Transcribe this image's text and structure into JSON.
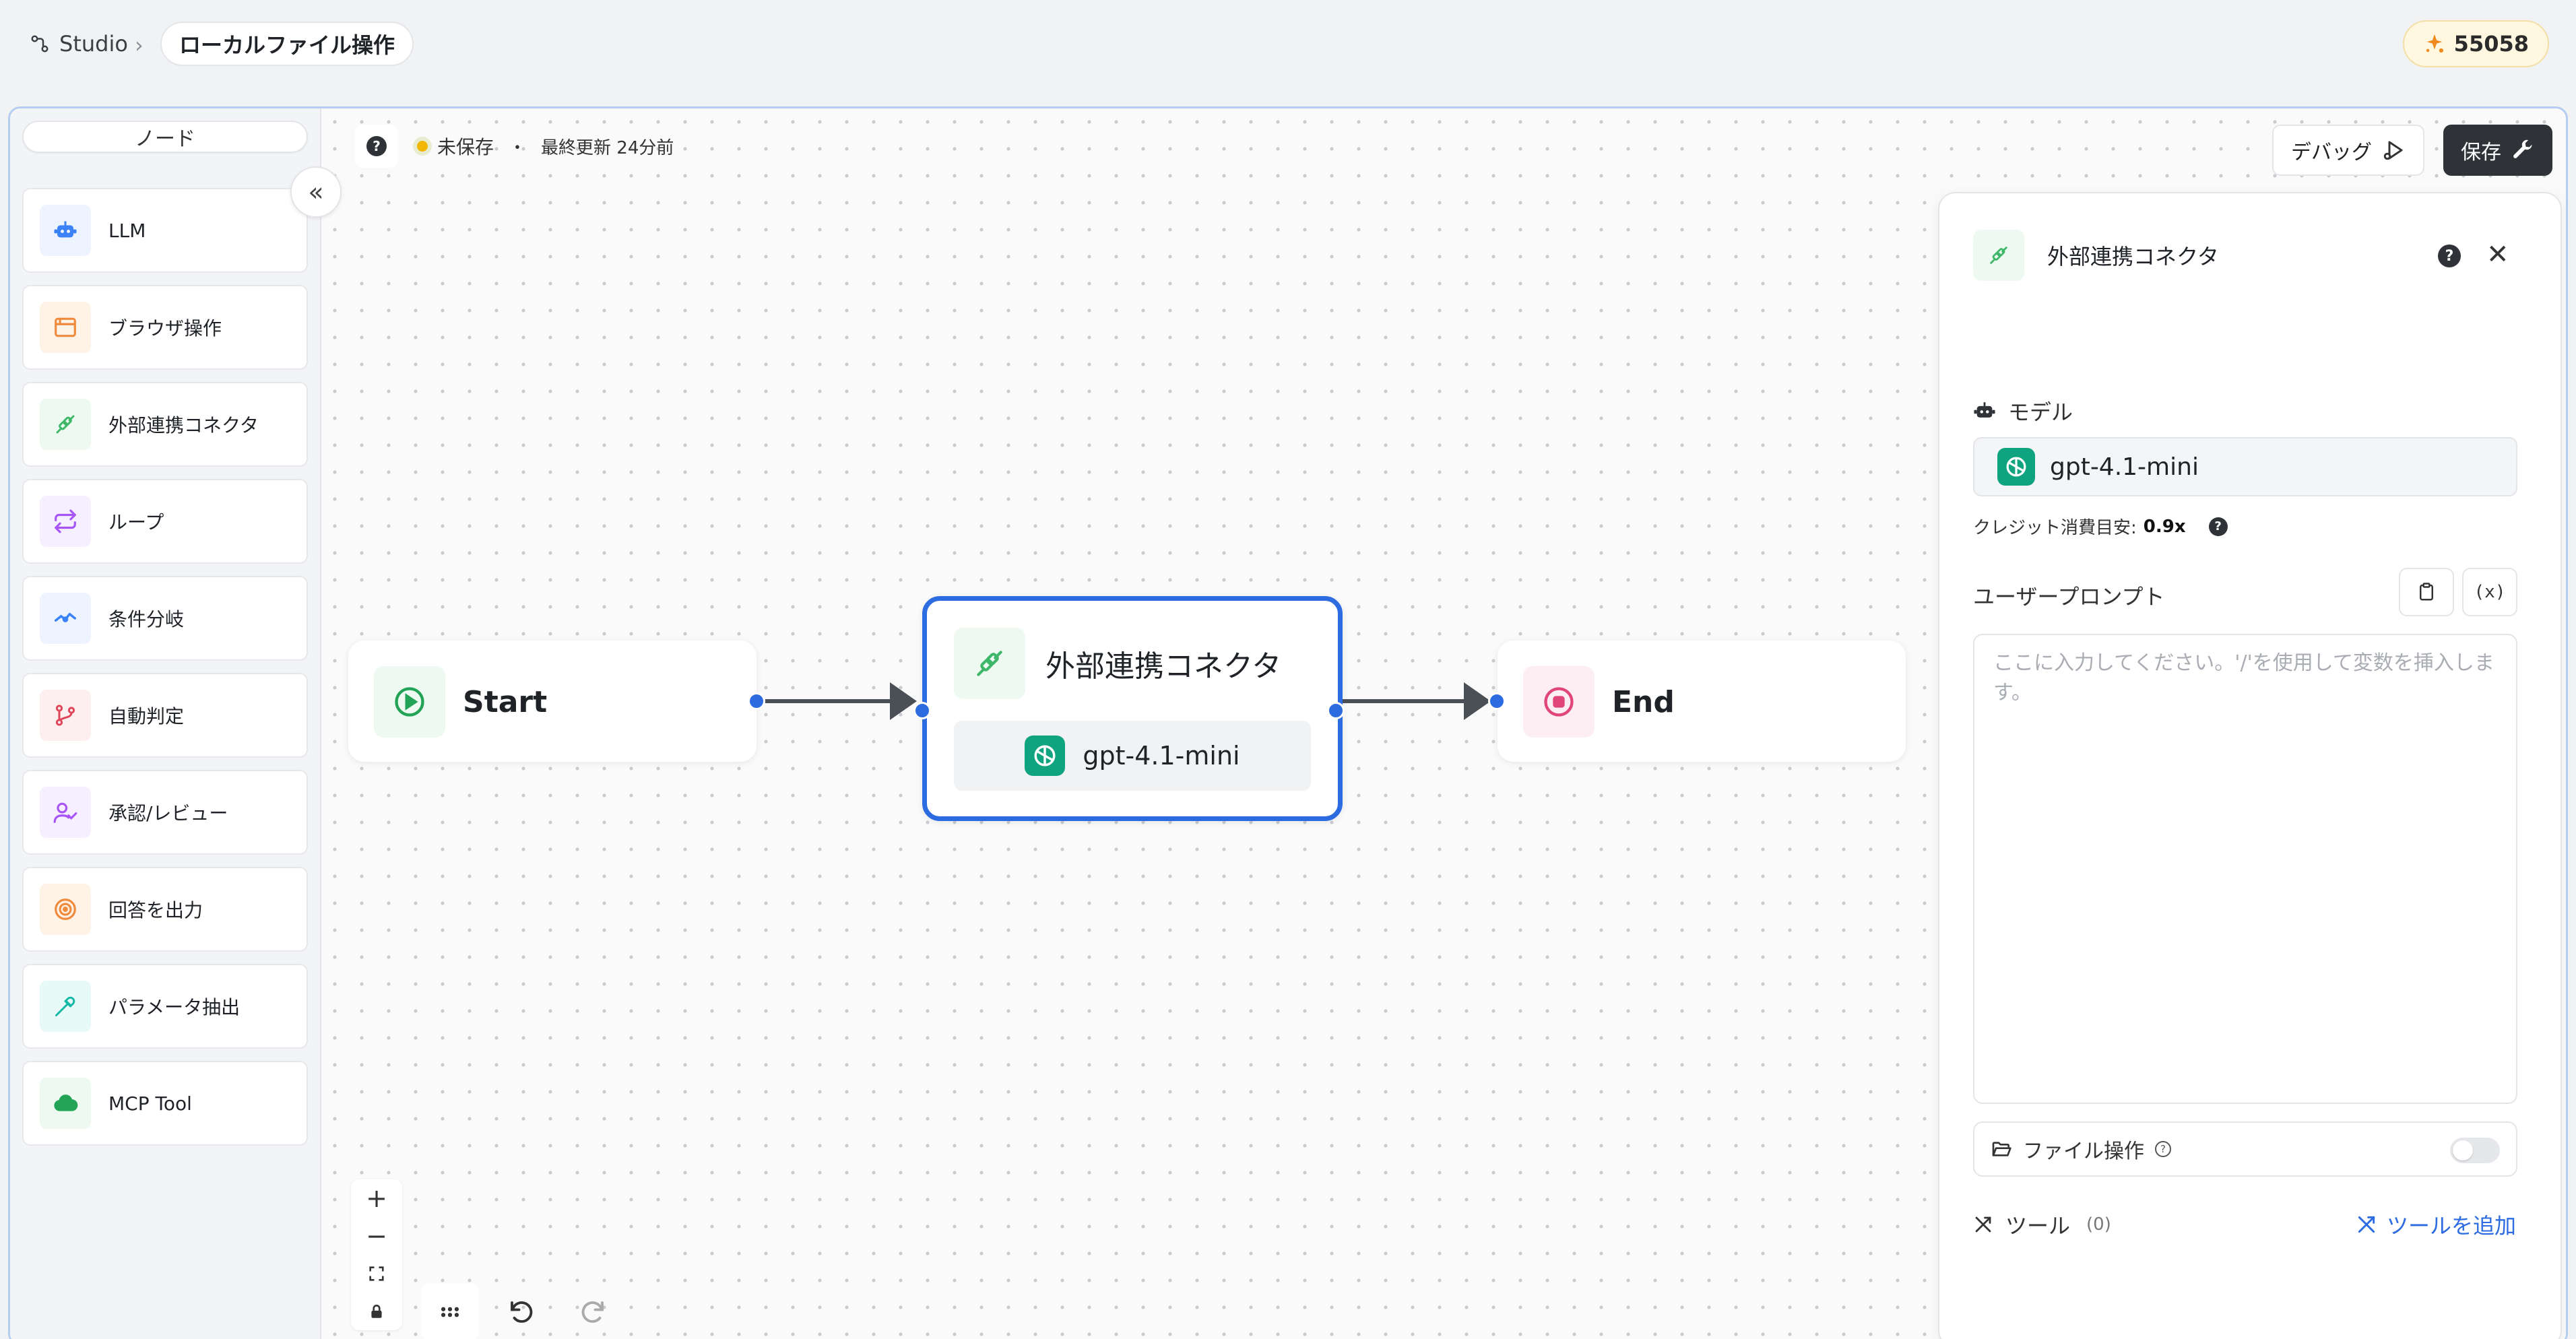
{
  "breadcrumb": {
    "root": "Studio",
    "separator": "›",
    "current": "ローカルファイル操作"
  },
  "credits": {
    "value": "55058"
  },
  "sidebar": {
    "title": "ノード",
    "collapse_icon": "«",
    "items": [
      {
        "label": "LLM",
        "icon": "robot-icon",
        "color": "#3b82f6",
        "bg": "#eef4ff"
      },
      {
        "label": "ブラウザ操作",
        "icon": "browser-icon",
        "color": "#f08a3c",
        "bg": "#fff3e8"
      },
      {
        "label": "外部連携コネクタ",
        "icon": "plug-icon",
        "color": "#3fb768",
        "bg": "#eefaf1"
      },
      {
        "label": "ループ",
        "icon": "loop-icon",
        "color": "#a855f7",
        "bg": "#f6efff"
      },
      {
        "label": "条件分岐",
        "icon": "branch-icon",
        "color": "#3b82f6",
        "bg": "#eef4ff"
      },
      {
        "label": "自動判定",
        "icon": "git-branch-icon",
        "color": "#e0465a",
        "bg": "#fdeef0"
      },
      {
        "label": "承認/レビュー",
        "icon": "user-check-icon",
        "color": "#a855f7",
        "bg": "#f6efff"
      },
      {
        "label": "回答を出力",
        "icon": "target-icon",
        "color": "#f08a3c",
        "bg": "#fff3e8"
      },
      {
        "label": "パラメータ抽出",
        "icon": "pipette-icon",
        "color": "#14b8a6",
        "bg": "#e8faf7"
      },
      {
        "label": "MCP Tool",
        "icon": "cloud-icon",
        "color": "#22a355",
        "bg": "#eefaf1"
      }
    ]
  },
  "canvas": {
    "status": {
      "unsaved": "未保存",
      "dot": "・",
      "last_updated": "最終更新 24分前"
    },
    "actions": {
      "debug": "デバッグ",
      "save": "保存"
    },
    "nodes": {
      "start": {
        "label": "Start"
      },
      "connector": {
        "label": "外部連携コネクタ",
        "model": "gpt-4.1-mini"
      },
      "end": {
        "label": "End"
      }
    },
    "zoom": {
      "in": "+",
      "out": "−"
    }
  },
  "panel": {
    "title": "外部連携コネクタ",
    "model_label": "モデル",
    "model_value": "gpt-4.1-mini",
    "credit_label": "クレジット消費目安:",
    "credit_value": "0.9x",
    "prompt_label": "ユーザープロンプト",
    "prompt_placeholder": "ここに入力してください。'/'を使用して変数を挿入します。",
    "file_ops_label": "ファイル操作",
    "file_ops_enabled": false,
    "tools_label": "ツール",
    "tools_count": "(0)",
    "add_tool": "ツールを追加"
  },
  "colors": {
    "accent": "#2c6be0",
    "dark_button": "#2f3338",
    "openai_green": "#10a37f"
  }
}
